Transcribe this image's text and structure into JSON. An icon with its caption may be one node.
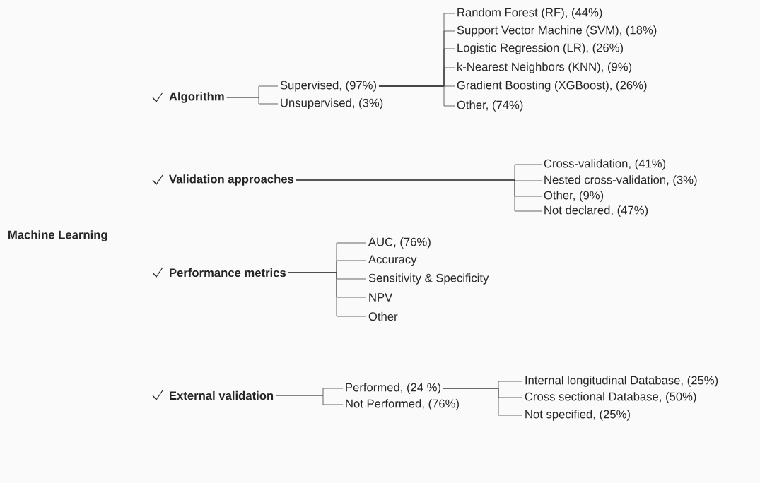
{
  "diagram": {
    "nodes": [
      {
        "text": [
          "Machine Learning"
        ]
      },
      {
        "text": [
          "Algorithm"
        ]
      },
      {
        "text": [
          "Supervised, (97%)"
        ]
      },
      {
        "text": [
          "Unsupervised, (3%)"
        ]
      },
      {
        "text": [
          "Random Forest (RF), (44%)"
        ]
      },
      {
        "text": [
          "Support Vector Machine (SVM), (18%)"
        ]
      },
      {
        "text": [
          "Logistic Regression (LR), (26%)"
        ]
      },
      {
        "text": [
          "k-Nearest Neighbors (KNN), (9%)"
        ]
      },
      {
        "text": [
          "Gradient Boosting (XGBoost), (26%)"
        ]
      },
      {
        "text": [
          "Other, (74%)"
        ]
      },
      {
        "text": [
          "Validation approaches"
        ]
      },
      {
        "text": [
          "Cross-validation, (41%)"
        ]
      },
      {
        "text": [
          "Nested cross-validation, (3%)"
        ]
      },
      {
        "text": [
          "Other, (9%)"
        ]
      },
      {
        "text": [
          "Not declared, (47%)"
        ]
      },
      {
        "text": [
          "Performance metrics"
        ]
      },
      {
        "text": [
          "AUC, (76%)"
        ]
      },
      {
        "text": [
          "Accuracy"
        ]
      },
      {
        "text": [
          "Sensitivity & Specificity"
        ]
      },
      {
        "text": [
          "NPV"
        ]
      },
      {
        "text": [
          "Other"
        ]
      },
      {
        "text": [
          "External validation"
        ]
      },
      {
        "text": [
          "Performed, (24 %)"
        ]
      },
      {
        "text": [
          "Not Performed, (76%)"
        ]
      },
      {
        "text": [
          "Internal longitudinal Database, (25%)"
        ]
      },
      {
        "text": [
          "Cross sectional Database, (50%)"
        ]
      },
      {
        "text": [
          "Not specified, (25%)"
        ]
      }
    ],
    "edges": [
      {
        "from": 1,
        "to": 2,
        "arrow": "none"
      },
      {
        "from": 1,
        "to": 3,
        "arrow": "none"
      },
      {
        "from": 2,
        "to": 4,
        "arrow": "none"
      },
      {
        "from": 2,
        "to": 5,
        "arrow": "none"
      },
      {
        "from": 2,
        "to": 6,
        "arrow": "none"
      },
      {
        "from": 2,
        "to": 7,
        "arrow": "none"
      },
      {
        "from": 2,
        "to": 8,
        "arrow": "none"
      },
      {
        "from": 2,
        "to": 9,
        "arrow": "none"
      },
      {
        "from": 10,
        "to": 11,
        "arrow": "none"
      },
      {
        "from": 10,
        "to": 12,
        "arrow": "none"
      },
      {
        "from": 10,
        "to": 13,
        "arrow": "none"
      },
      {
        "from": 10,
        "to": 14,
        "arrow": "none"
      },
      {
        "from": 15,
        "to": 16,
        "arrow": "none"
      },
      {
        "from": 15,
        "to": 17,
        "arrow": "none"
      },
      {
        "from": 15,
        "to": 18,
        "arrow": "none"
      },
      {
        "from": 15,
        "to": 19,
        "arrow": "none"
      },
      {
        "from": 15,
        "to": 20,
        "arrow": "none"
      },
      {
        "from": 21,
        "to": 22,
        "arrow": "none"
      },
      {
        "from": 21,
        "to": 23,
        "arrow": "none"
      },
      {
        "from": 22,
        "to": 24,
        "arrow": "none"
      },
      {
        "from": 22,
        "to": 25,
        "arrow": "none"
      },
      {
        "from": 22,
        "to": 26,
        "arrow": "none"
      }
    ]
  }
}
